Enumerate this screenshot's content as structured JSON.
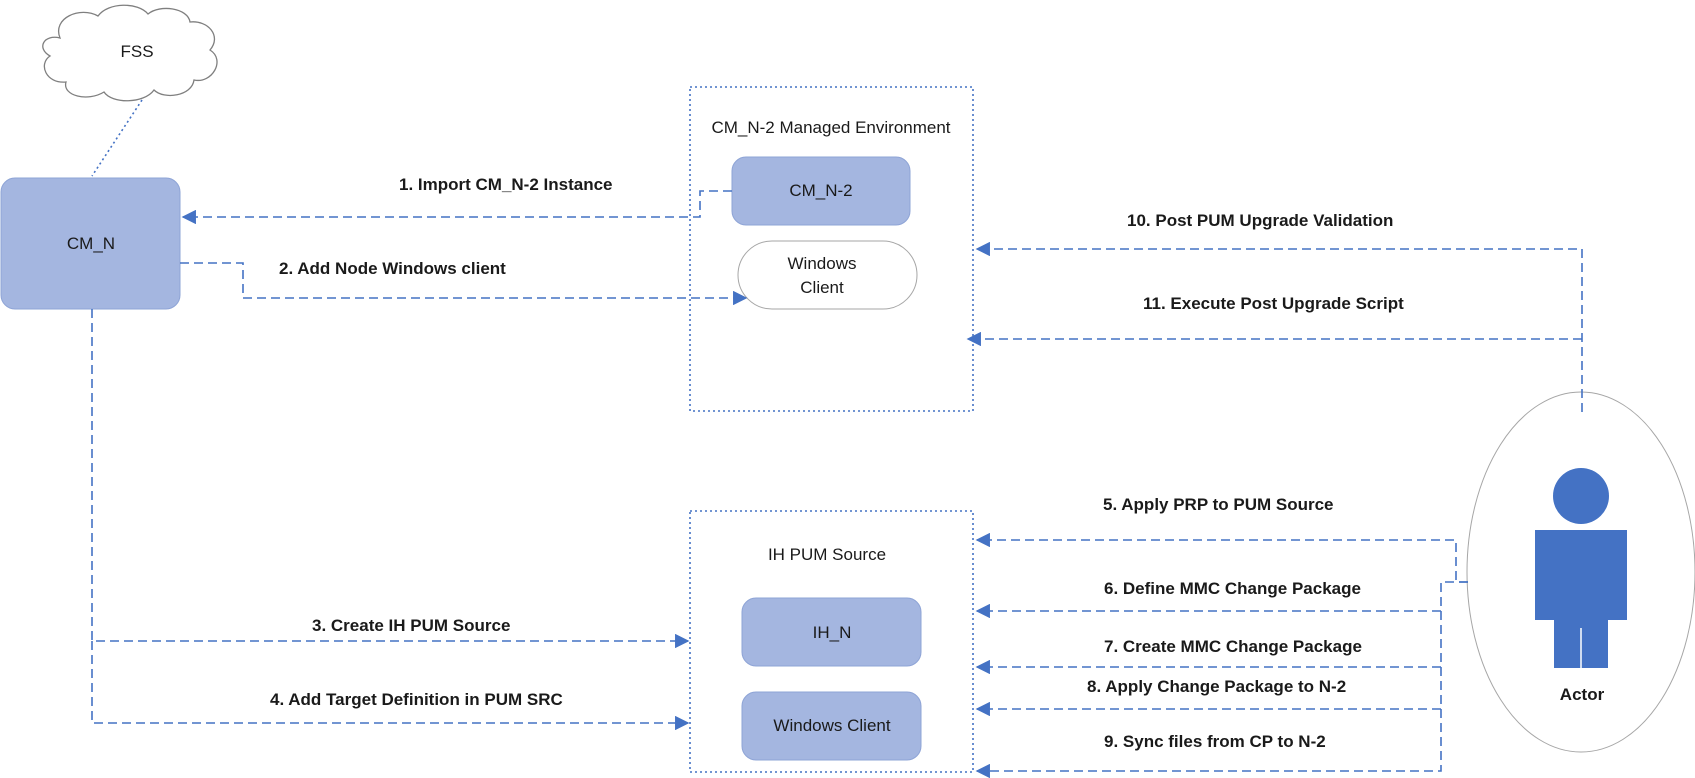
{
  "nodes": {
    "fss": "FSS",
    "cm_n": "CM_N",
    "managed_env_title": "CM_N-2 Managed Environment",
    "cm_n2": "CM_N-2",
    "windows_client_line1": "Windows",
    "windows_client_line2": "Client",
    "ih_pum_source_title": "IH PUM Source",
    "ih_n": "IH_N",
    "windows_client_pum": "Windows Client",
    "actor": "Actor"
  },
  "edges": {
    "e1": "1. Import CM_N-2 Instance",
    "e2": "2. Add Node Windows client",
    "e3": "3. Create IH PUM Source",
    "e4": "4. Add Target Definition in PUM SRC",
    "e5": "5. Apply PRP to PUM Source",
    "e6": "6. Define MMC Change Package",
    "e7": "7. Create MMC Change Package",
    "e8": "8. Apply Change Package to N-2",
    "e9": "9. Sync files from CP to N-2",
    "e10": "10. Post PUM Upgrade Validation",
    "e11": "11. Execute Post Upgrade Script"
  },
  "colors": {
    "node_fill": "#a4b6e0",
    "node_stroke": "#8ea4d6",
    "connector": "#4472c4",
    "actor_fill": "#4472c4"
  }
}
